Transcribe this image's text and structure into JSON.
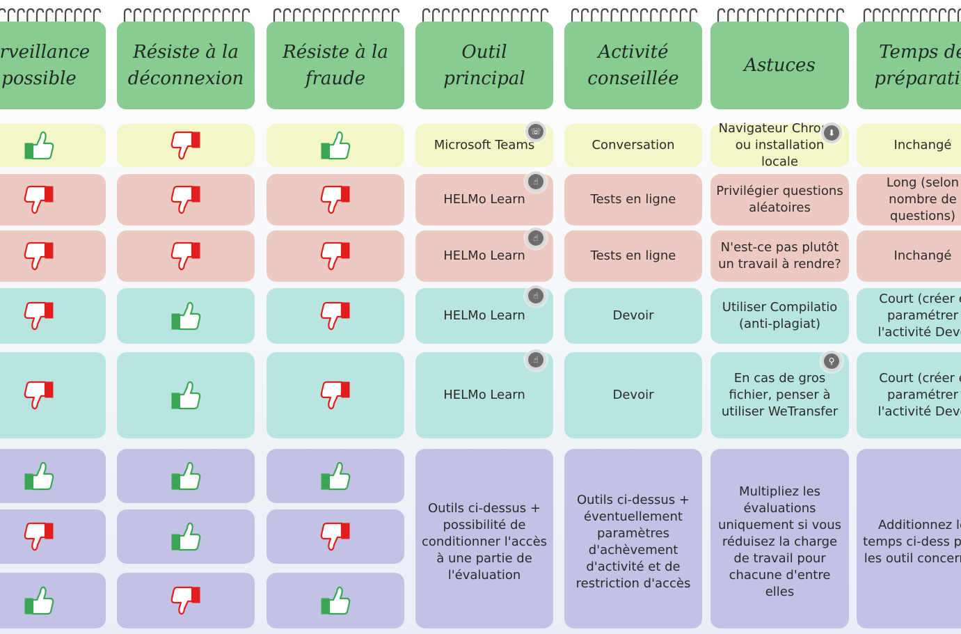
{
  "headers": [
    "urveillance possible",
    "Résiste à la déconnexion",
    "Résiste à la fraude",
    "Outil principal",
    "Activité conseillée",
    "Astuces",
    "Temps de préparatio"
  ],
  "rows": [
    {
      "ratings": [
        "up",
        "down",
        "up"
      ],
      "tool": "Microsoft Teams",
      "tool_icon": "phone-icon",
      "activity": "Conversation",
      "tip": "Navigateur Chrome ou installation locale",
      "tip_icon": "download-icon",
      "time": "Inchangé"
    },
    {
      "ratings": [
        "down",
        "down",
        "down"
      ],
      "tool": "HELMo Learn",
      "tool_icon": "hand-pointer-icon",
      "activity": "Tests en ligne",
      "tip": "Privilégier questions aléatoires",
      "time": "Long (selon nombre de questions)"
    },
    {
      "ratings": [
        "down",
        "down",
        "down"
      ],
      "tool": "HELMo Learn",
      "tool_icon": "hand-pointer-icon",
      "activity": "Tests en ligne",
      "tip": "N'est-ce pas plutôt un travail à rendre?",
      "time": "Inchangé"
    },
    {
      "ratings": [
        "down",
        "up",
        "down"
      ],
      "tool": "HELMo Learn",
      "tool_icon": "hand-pointer-icon",
      "activity": "Devoir",
      "tip": "Utiliser Compilatio (anti-plagiat)",
      "time": "Court (créer e paramétrer l'activité Devo"
    },
    {
      "ratings": [
        "down",
        "up",
        "down"
      ],
      "tool": "HELMo Learn",
      "tool_icon": "hand-pointer-icon",
      "activity": "Devoir",
      "tip": "En cas de gros fichier, penser à utiliser WeTransfer",
      "tip_icon": "link-icon",
      "time": "Court (créer e paramétrer l'activité Devo"
    }
  ],
  "combined": {
    "ratings": [
      [
        "up",
        "up",
        "up"
      ],
      [
        "down",
        "up",
        "down"
      ],
      [
        "up",
        "down",
        "up"
      ]
    ],
    "tool": "Outils ci-dessus + possibilité de conditionner l'accès à une partie de l'évaluation",
    "activity": "Outils ci-dessus + éventuellement paramètres d'achèvement d'activité et de restriction d'accès",
    "tip": "Multipliez les évaluations uniquement si vous réduisez la charge de travail pour chacune d'entre elles",
    "time": "Additionnez le temps ci-dess pour les outil concernés"
  },
  "colors": {
    "header": "#88cc92",
    "yellow": "#f3f6c6",
    "red": "#eccac2",
    "teal": "#b9e5e0",
    "purple": "#c1c2e4",
    "thumb_up": "#3aa655",
    "thumb_down": "#e21d1d"
  }
}
